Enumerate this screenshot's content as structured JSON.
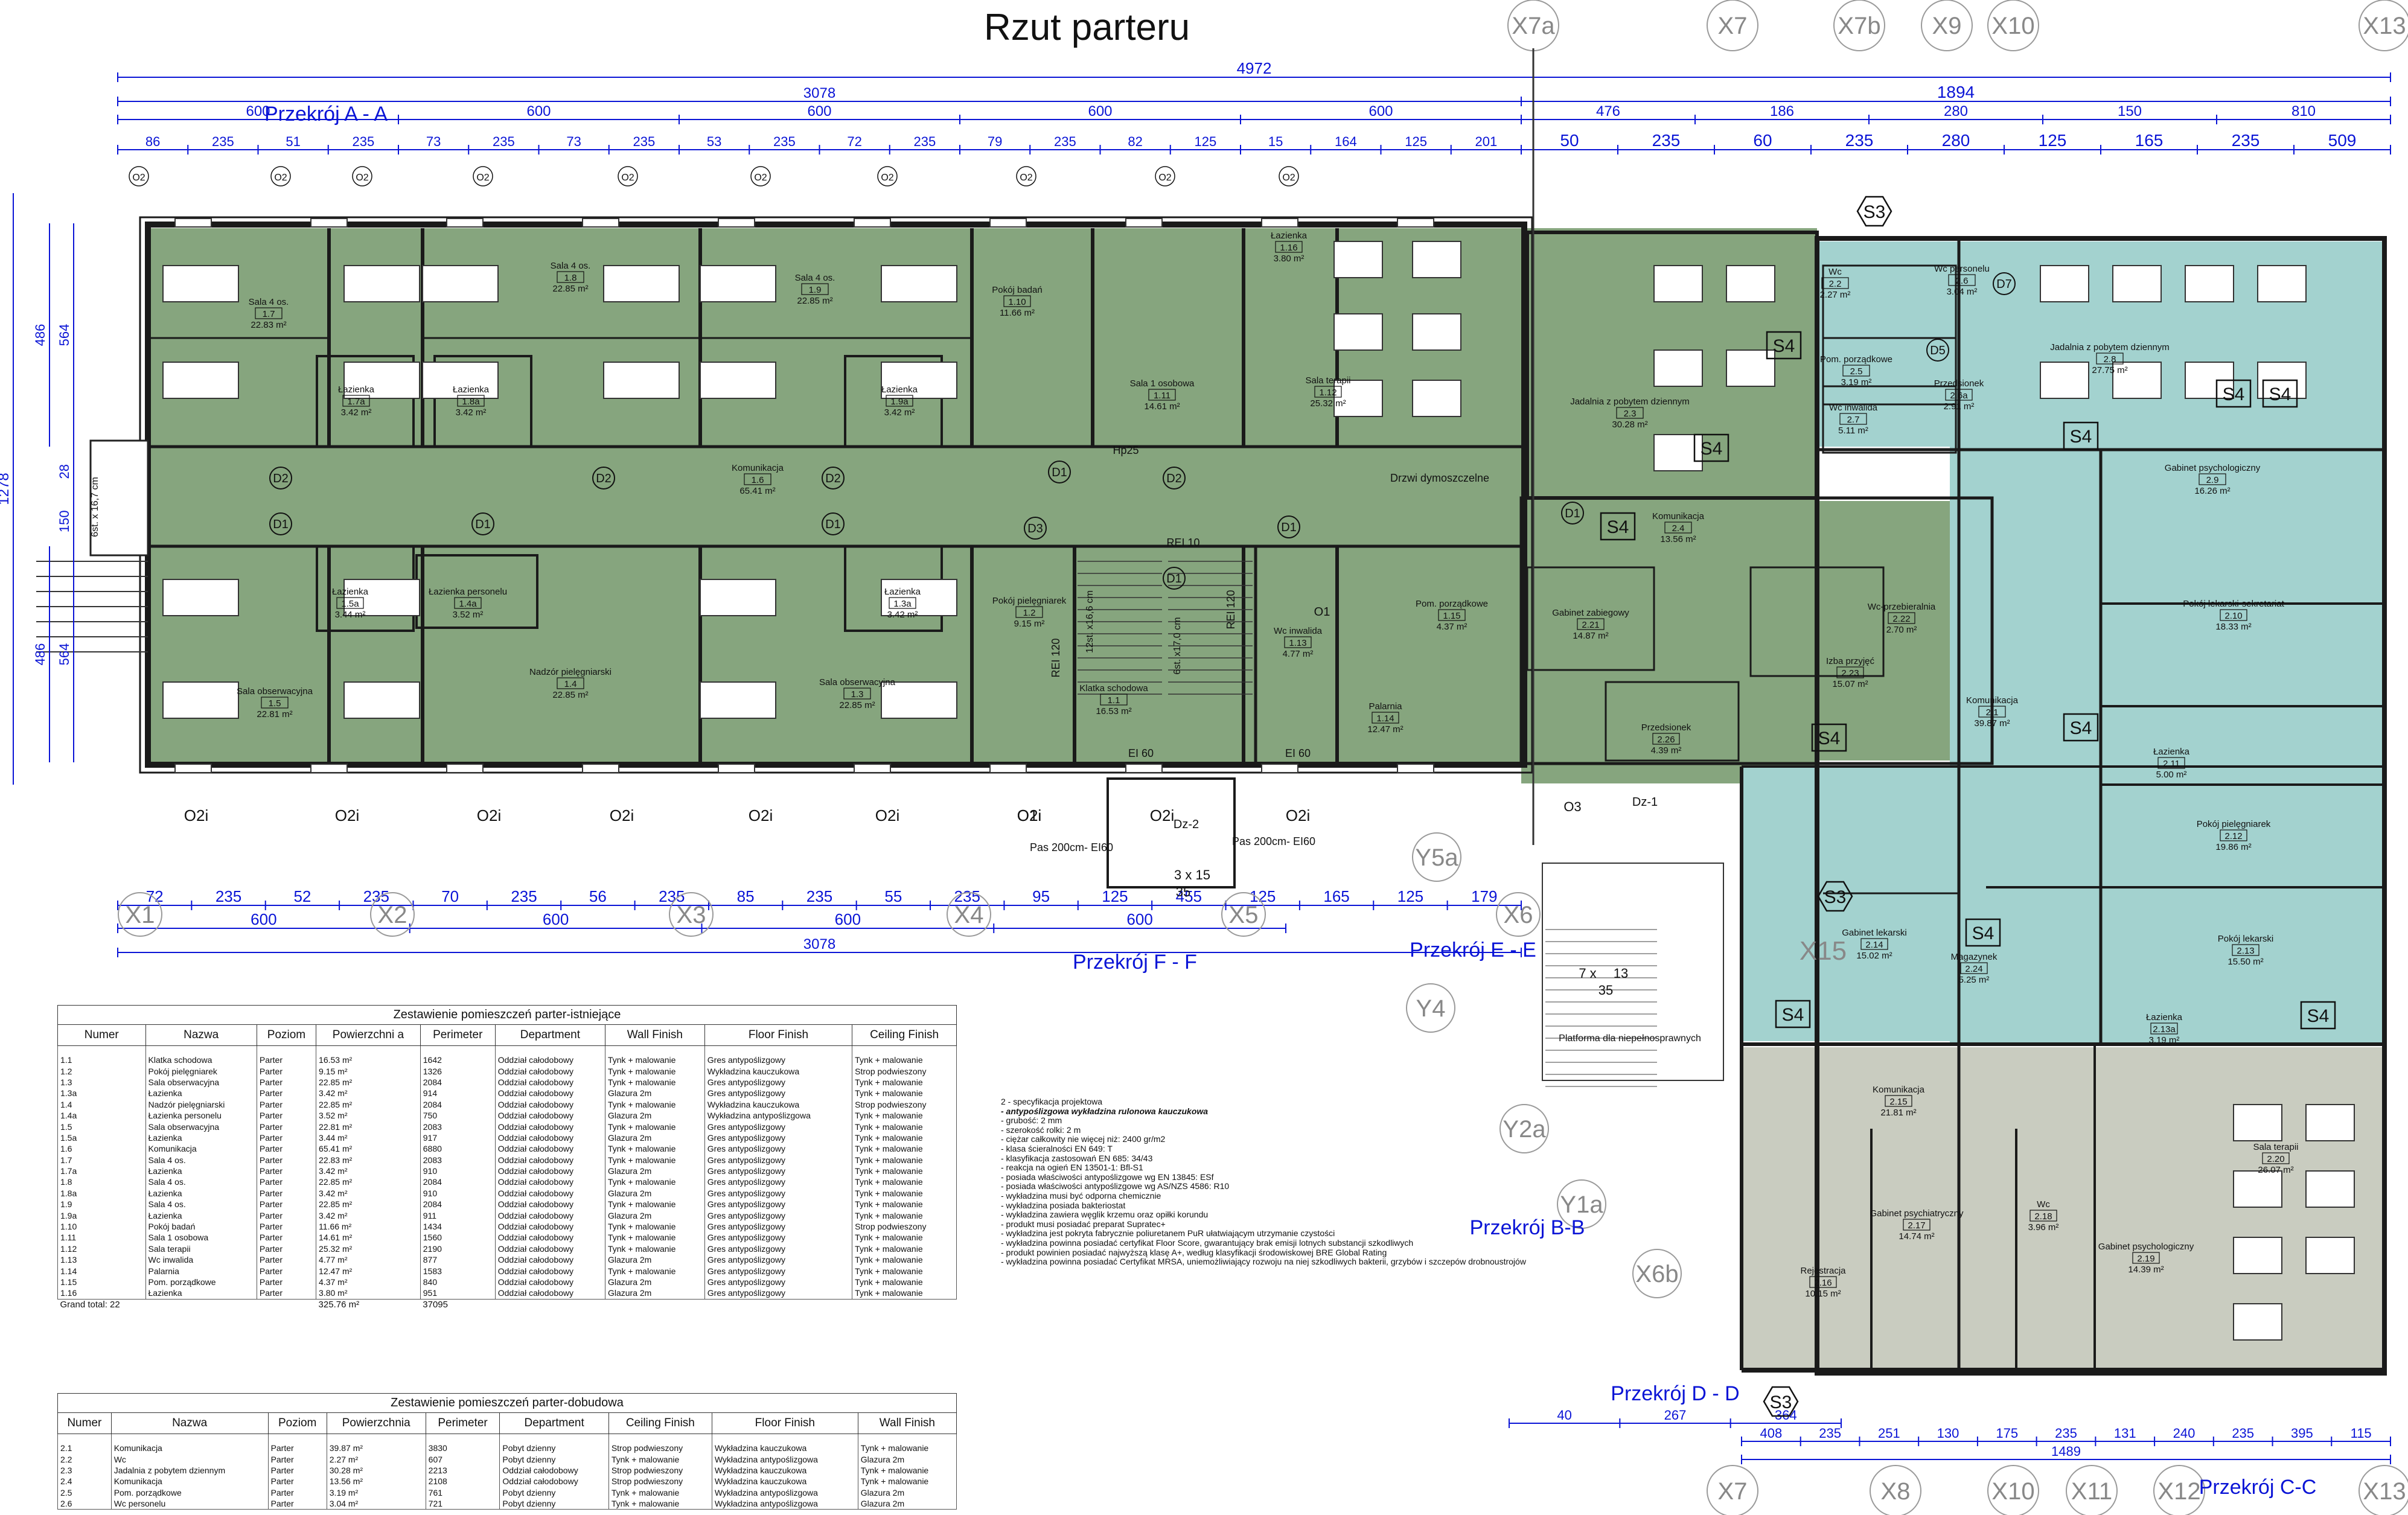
{
  "title": "Rzut parteru",
  "colors": {
    "green": "#86a57e",
    "teal": "#a3d2cf",
    "gray": "#c9ccc0",
    "blue": "#0a14d6",
    "wall": "#1a1a1a",
    "grid": "#9a9a9a"
  },
  "grid_top": [
    "X7a",
    "X7",
    "X7b",
    "X9",
    "X10",
    "X13"
  ],
  "grid_bottom": [
    "X7",
    "X8",
    "X10",
    "X11",
    "X12",
    "X13"
  ],
  "grid_mid": [
    "X1",
    "X2",
    "X3",
    "X4",
    "X5",
    "X6"
  ],
  "grid_y": [
    "Y5a",
    "Y4",
    "Y2a",
    "Y1a",
    "X6b"
  ],
  "grid_misc": [
    "X15"
  ],
  "top_dims": [
    "4972",
    "3078",
    "1894",
    "600",
    "600",
    "600",
    "600",
    "600",
    "476",
    "186",
    "280",
    "150",
    "810",
    "86",
    "235",
    "51",
    "235",
    "73",
    "235",
    "73",
    "235",
    "53",
    "235",
    "72",
    "235",
    "79",
    "235",
    "82",
    "125",
    "15",
    "164",
    "125",
    "201",
    "50",
    "235",
    "60",
    "235",
    "280",
    "125",
    "165",
    "235",
    "509"
  ],
  "left_dims": [
    "1278",
    "486",
    "564",
    "28",
    "150",
    "564",
    "486"
  ],
  "bottom_dims": [
    "72",
    "235",
    "52",
    "235",
    "70",
    "235",
    "56",
    "235",
    "85",
    "235",
    "55",
    "235",
    "95",
    "125",
    "455",
    "125",
    "165",
    "125",
    "179",
    "600",
    "600",
    "600",
    "600",
    "3078"
  ],
  "right_bottom_dims": [
    "40",
    "267",
    "364",
    "408",
    "235",
    "251",
    "130",
    "175",
    "235",
    "131",
    "240",
    "235",
    "395",
    "115",
    "1489"
  ],
  "sections": [
    "Przekrój A - A",
    "Przekrój F - F",
    "Przekrój E - E",
    "Przekrój B-B",
    "Przekrój D - D",
    "Przekrój C-C"
  ],
  "rooms": [
    {
      "name": "Sala 4 os.",
      "num": "1.7",
      "area": "22.83 m²"
    },
    {
      "name": "Sala 4 os.",
      "num": "1.8",
      "area": "22.85 m²"
    },
    {
      "name": "Sala 4 os.",
      "num": "1.9",
      "area": "22.85 m²"
    },
    {
      "name": "Pokój badań",
      "num": "1.10",
      "area": "11.66 m²"
    },
    {
      "name": "Sala 1 osobowa",
      "num": "1.11",
      "area": "14.61 m²"
    },
    {
      "name": "Łazienka",
      "num": "1.16",
      "area": "3.80 m²"
    },
    {
      "name": "Sala terapii",
      "num": "1.12",
      "area": "25.32 m²"
    },
    {
      "name": "Łazienka",
      "num": "1.7a",
      "area": "3.42 m²"
    },
    {
      "name": "Łazienka",
      "num": "1.8a",
      "area": "3.42 m²"
    },
    {
      "name": "Łazienka",
      "num": "1.9a",
      "area": "3.42 m²"
    },
    {
      "name": "Komunikacja",
      "num": "1.6",
      "area": "65.41 m²"
    },
    {
      "name": "Łazienka",
      "num": "1.5a",
      "area": "3.44 m²"
    },
    {
      "name": "Łazienka personelu",
      "num": "1.4a",
      "area": "3.52 m²"
    },
    {
      "name": "Łazienka",
      "num": "1.3a",
      "area": "3.42 m²"
    },
    {
      "name": "Sala obserwacyjna",
      "num": "1.5",
      "area": "22.81 m²"
    },
    {
      "name": "Nadzór pielęgniarski",
      "num": "1.4",
      "area": "22.85 m²"
    },
    {
      "name": "Sala obserwacyjna",
      "num": "1.3",
      "area": "22.85 m²"
    },
    {
      "name": "Pokój pielęgniarek",
      "num": "1.2",
      "area": "9.15 m²"
    },
    {
      "name": "Klatka schodowa",
      "num": "1.1",
      "area": "16.53 m²"
    },
    {
      "name": "Wc inwalida",
      "num": "1.13",
      "area": "4.77 m²"
    },
    {
      "name": "Pom. porządkowe",
      "num": "1.15",
      "area": "4.37 m²"
    },
    {
      "name": "Palarnia",
      "num": "1.14",
      "area": "12.47 m²"
    },
    {
      "name": "Jadalnia z pobytem dziennym",
      "num": "2.3",
      "area": "30.28 m²"
    },
    {
      "name": "Wc",
      "num": "2.2",
      "area": "2.27 m²"
    },
    {
      "name": "Wc personelu",
      "num": "2.6",
      "area": "3.04 m²"
    },
    {
      "name": "Pom. porządkowe",
      "num": "2.5",
      "area": "3.19 m²"
    },
    {
      "name": "Przedsionek",
      "num": "2.6a",
      "area": "2.91 m²"
    },
    {
      "name": "Wc inwalida",
      "num": "2.7",
      "area": "5.11 m²"
    },
    {
      "name": "Jadalnia z pobytem dziennym",
      "num": "2.8",
      "area": "27.75 m²"
    },
    {
      "name": "Gabinet psychologiczny",
      "num": "2.9",
      "area": "16.26 m²"
    },
    {
      "name": "Komunikacja",
      "num": "2.4",
      "area": "13.56 m²"
    },
    {
      "name": "Gabinet zabiegowy",
      "num": "2.21",
      "area": "14.87 m²"
    },
    {
      "name": "Wc-przebieralnia",
      "num": "2.22",
      "area": "2.70 m²"
    },
    {
      "name": "Izba przyjęć",
      "num": "2.23",
      "area": "15.07 m²"
    },
    {
      "name": "Pokój lekarski-sekretariat",
      "num": "2.10",
      "area": "18.33 m²"
    },
    {
      "name": "Komunikacja",
      "num": "2.1",
      "area": "39.87 m²"
    },
    {
      "name": "Przedsionek",
      "num": "2.26",
      "area": "4.39 m²"
    },
    {
      "name": "Łazienka",
      "num": "2.11",
      "area": "5.00 m²"
    },
    {
      "name": "Pokój pielęgniarek",
      "num": "2.12",
      "area": "19.86 m²"
    },
    {
      "name": "Gabinet lekarski",
      "num": "2.14",
      "area": "15.02 m²"
    },
    {
      "name": "Magazynek",
      "num": "2.24",
      "area": "5.25 m²"
    },
    {
      "name": "Pokój lekarski",
      "num": "2.13",
      "area": "15.50 m²"
    },
    {
      "name": "Łazienka",
      "num": "2.13a",
      "area": "3.19 m²"
    },
    {
      "name": "Komunikacja",
      "num": "2.15",
      "area": "21.81 m²"
    },
    {
      "name": "Sala terapii",
      "num": "2.20",
      "area": "26.07 m²"
    },
    {
      "name": "Gabinet psychiatryczny",
      "num": "2.17",
      "area": "14.74 m²"
    },
    {
      "name": "Wc",
      "num": "2.18",
      "area": "3.96 m²"
    },
    {
      "name": "Gabinet psychologiczny",
      "num": "2.19",
      "area": "14.39 m²"
    },
    {
      "name": "Rejestracja",
      "num": "2.16",
      "area": "10.15 m²"
    }
  ],
  "labels": {
    "hp": "Hp25",
    "door_smoke": "Drzwi dymoszczelne",
    "platform": "Platforma dla niepełnosprawnych",
    "pas1": "Pas 200cm- EI60",
    "pas2": "Pas 200cm- EI60",
    "dz1": "Dz-1",
    "dz2": "Dz-2",
    "stairs": "6st. x 16,7 cm",
    "stairs2": "6st. x17,0 cm",
    "stairs3": "12st. x16,6 cm",
    "ei60": "EI 60",
    "rei120": "REI 120",
    "rei10": "REI 10",
    "ei60b": "EI60",
    "sx": "3 x  15",
    "s35": "35",
    "s7": "7 x",
    "s13": "13",
    "s35b": "35"
  },
  "tags": [
    "D1",
    "D2",
    "D3",
    "D5",
    "D7",
    "O1",
    "O2",
    "O2i",
    "O1i",
    "O3",
    "S3",
    "S4"
  ],
  "table1": {
    "caption": "Zestawienie pomieszczeń parter-istniejące",
    "headers": [
      "Numer",
      "Nazwa",
      "Poziom",
      "Powierzchni a",
      "Perimeter",
      "Department",
      "Wall Finish",
      "Floor Finish",
      "Ceiling Finish"
    ],
    "rows": [
      [
        "1.1",
        "Klatka schodowa",
        "Parter",
        "16.53 m²",
        "1642",
        "Oddział całodobowy",
        "Tynk + malowanie",
        "Gres antypoślizgowy",
        "Tynk + malowanie"
      ],
      [
        "1.2",
        "Pokój pielęgniarek",
        "Parter",
        "9.15 m²",
        "1326",
        "Oddział całodobowy",
        "Tynk + malowanie",
        "Wykładzina kauczukowa",
        "Strop podwieszony"
      ],
      [
        "1.3",
        "Sala obserwacyjna",
        "Parter",
        "22.85 m²",
        "2084",
        "Oddział całodobowy",
        "Tynk + malowanie",
        "Gres antypoślizgowy",
        "Tynk + malowanie"
      ],
      [
        "1.3a",
        "Łazienka",
        "Parter",
        "3.42 m²",
        "914",
        "Oddział całodobowy",
        "Glazura 2m",
        "Gres antypoślizgowy",
        "Tynk + malowanie"
      ],
      [
        "1.4",
        "Nadzór pielęgniarski",
        "Parter",
        "22.85 m²",
        "2084",
        "Oddział całodobowy",
        "Tynk + malowanie",
        "Wykładzina kauczukowa",
        "Strop podwieszony"
      ],
      [
        "1.4a",
        "Łazienka personelu",
        "Parter",
        "3.52 m²",
        "750",
        "Oddział całodobowy",
        "Glazura 2m",
        "Wykładzina antypoślizgowa",
        "Tynk + malowanie"
      ],
      [
        "1.5",
        "Sala obserwacyjna",
        "Parter",
        "22.81 m²",
        "2083",
        "Oddział całodobowy",
        "Tynk + malowanie",
        "Gres antypoślizgowy",
        "Tynk + malowanie"
      ],
      [
        "1.5a",
        "Łazienka",
        "Parter",
        "3.44 m²",
        "917",
        "Oddział całodobowy",
        "Glazura 2m",
        "Gres antypoślizgowy",
        "Tynk + malowanie"
      ],
      [
        "1.6",
        "Komunikacja",
        "Parter",
        "65.41 m²",
        "6880",
        "Oddział całodobowy",
        "Tynk + malowanie",
        "Gres antypoślizgowy",
        "Tynk + malowanie"
      ],
      [
        "1.7",
        "Sala 4 os.",
        "Parter",
        "22.83 m²",
        "2083",
        "Oddział całodobowy",
        "Tynk + malowanie",
        "Gres antypoślizgowy",
        "Tynk + malowanie"
      ],
      [
        "1.7a",
        "Łazienka",
        "Parter",
        "3.42 m²",
        "910",
        "Oddział całodobowy",
        "Glazura 2m",
        "Gres antypoślizgowy",
        "Tynk + malowanie"
      ],
      [
        "1.8",
        "Sala 4 os.",
        "Parter",
        "22.85 m²",
        "2084",
        "Oddział całodobowy",
        "Tynk + malowanie",
        "Gres antypoślizgowy",
        "Tynk + malowanie"
      ],
      [
        "1.8a",
        "Łazienka",
        "Parter",
        "3.42 m²",
        "910",
        "Oddział całodobowy",
        "Glazura 2m",
        "Gres antypoślizgowy",
        "Tynk + malowanie"
      ],
      [
        "1.9",
        "Sala 4 os.",
        "Parter",
        "22.85 m²",
        "2084",
        "Oddział całodobowy",
        "Tynk + malowanie",
        "Gres antypoślizgowy",
        "Tynk + malowanie"
      ],
      [
        "1.9a",
        "Łazienka",
        "Parter",
        "3.42 m²",
        "911",
        "Oddział całodobowy",
        "Glazura 2m",
        "Gres antypoślizgowy",
        "Tynk + malowanie"
      ],
      [
        "1.10",
        "Pokój badań",
        "Parter",
        "11.66 m²",
        "1434",
        "Oddział całodobowy",
        "Tynk + malowanie",
        "Gres antypoślizgowy",
        "Strop podwieszony"
      ],
      [
        "1.11",
        "Sala 1 osobowa",
        "Parter",
        "14.61 m²",
        "1560",
        "Oddział całodobowy",
        "Tynk + malowanie",
        "Gres antypoślizgowy",
        "Tynk + malowanie"
      ],
      [
        "1.12",
        "Sala terapii",
        "Parter",
        "25.32 m²",
        "2190",
        "Oddział całodobowy",
        "Tynk + malowanie",
        "Gres antypoślizgowy",
        "Tynk + malowanie"
      ],
      [
        "1.13",
        "Wc inwalida",
        "Parter",
        "4.77 m²",
        "877",
        "Oddział całodobowy",
        "Glazura 2m",
        "Gres antypoślizgowy",
        "Tynk + malowanie"
      ],
      [
        "1.14",
        "Palarnia",
        "Parter",
        "12.47 m²",
        "1583",
        "Oddział całodobowy",
        "Tynk + malowanie",
        "Gres antypoślizgowy",
        "Tynk + malowanie"
      ],
      [
        "1.15",
        "Pom. porządkowe",
        "Parter",
        "4.37 m²",
        "840",
        "Oddział całodobowy",
        "Glazura 2m",
        "Gres antypoślizgowy",
        "Tynk + malowanie"
      ],
      [
        "1.16",
        "Łazienka",
        "Parter",
        "3.80 m²",
        "951",
        "Oddział całodobowy",
        "Glazura 2m",
        "Gres antypoślizgowy",
        "Tynk + malowanie"
      ]
    ],
    "total": [
      "Grand total: 22",
      "325.76 m²",
      "37095"
    ]
  },
  "table2": {
    "caption": "Zestawienie pomieszczeń parter-dobudowa",
    "headers": [
      "Numer",
      "Nazwa",
      "Poziom",
      "Powierzchnia",
      "Perimeter",
      "Department",
      "Ceiling Finish",
      "Floor Finish",
      "Wall Finish"
    ],
    "rows": [
      [
        "2.1",
        "Komunikacja",
        "Parter",
        "39.87 m²",
        "3830",
        "Pobyt dzienny",
        "Strop podwieszony",
        "Wykładzina kauczukowa",
        "Tynk + malowanie"
      ],
      [
        "2.2",
        "Wc",
        "Parter",
        "2.27 m²",
        "607",
        "Pobyt dzienny",
        "Tynk + malowanie",
        "Wykładzina antypoślizgowa",
        "Glazura 2m"
      ],
      [
        "2.3",
        "Jadalnia z pobytem dziennym",
        "Parter",
        "30.28 m²",
        "2213",
        "Oddział całodobowy",
        "Strop podwieszony",
        "Wykładzina kauczukowa",
        "Tynk + malowanie"
      ],
      [
        "2.4",
        "Komunikacja",
        "Parter",
        "13.56 m²",
        "2108",
        "Oddział całodobowy",
        "Strop podwieszony",
        "Wykładzina kauczukowa",
        "Tynk + malowanie"
      ],
      [
        "2.5",
        "Pom. porządkowe",
        "Parter",
        "3.19 m²",
        "761",
        "Pobyt dzienny",
        "Tynk + malowanie",
        "Wykładzina antypoślizgowa",
        "Glazura 2m"
      ],
      [
        "2.6",
        "Wc personelu",
        "Parter",
        "3.04 m²",
        "721",
        "Pobyt dzienny",
        "Tynk + malowanie",
        "Wykładzina antypoślizgowa",
        "Glazura 2m"
      ]
    ]
  },
  "spec": [
    "2 - specyfikacja projektowa",
    "- antypoślizgowa wykładzina rulonowa kauczukowa",
    "- grubość: 2 mm",
    "- szerokość rolki: 2 m",
    "- ciężar całkowity nie więcej niż: 2400 gr/m2",
    "- klasa ścieralności EN 649: T",
    "- klasyfikacja zastosowań EN 685: 34/43",
    "- reakcja na ogień EN 13501-1: Bfl-S1",
    "- posiada właściwości antypoślizgowe wg EN 13845: ESf",
    "- posiada właściwości antypoślizgowe wg AS/NZS 4586: R10",
    "- wykładzina musi być odporna chemicznie",
    "- wykładzina posiada bakteriostat",
    "- wykładzina zawiera węglik krzemu oraz opiłki korundu",
    "- produkt musi posiadać preparat Supratec+",
    "- wykładzina jest pokryta fabrycznie poliuretanem PuR ułatwiającym utrzymanie czystości",
    "- wykładzina powinna posiadać certyfikat Floor Score, gwarantujący brak emisji lotnych substancji szkodliwych",
    "- produkt powinien posiadać najwyższą klasę A+, według klasyfikacji środowiskowej BRE Global Rating",
    "- wykładzina powinna posiadać Certyfikat MRSA, uniemożliwiający rozwoju na niej szkodliwych bakterii, grzybów i szczepów drobnoustrojów"
  ]
}
